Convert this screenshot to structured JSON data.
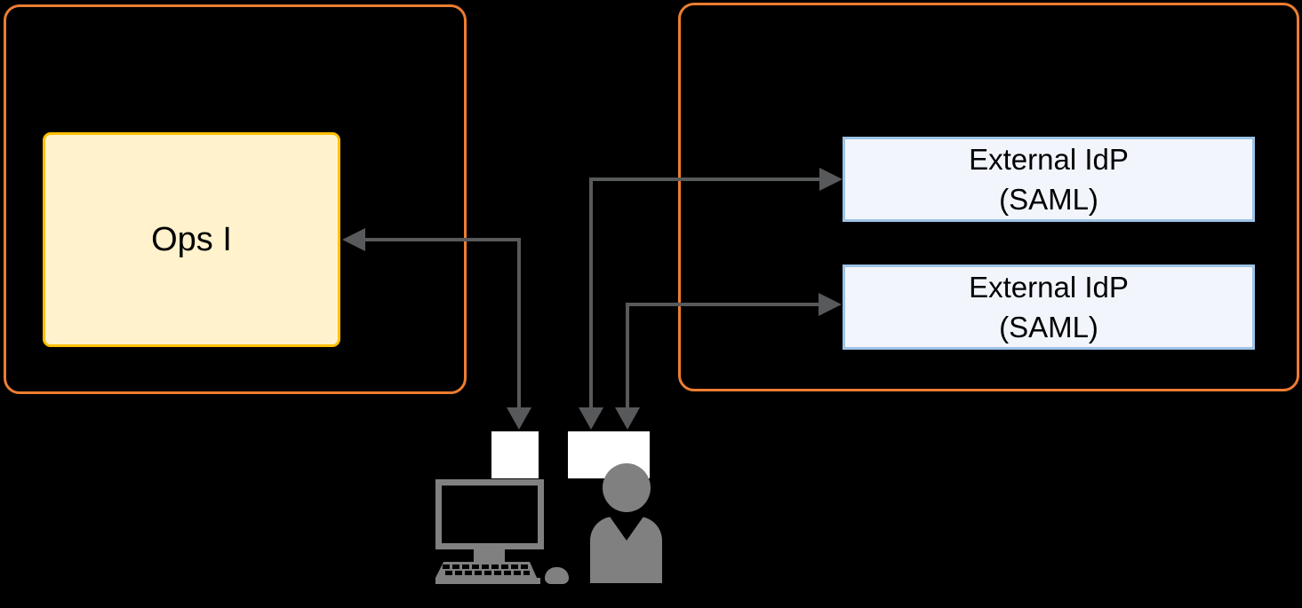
{
  "canvas": {
    "background": "#000000"
  },
  "groups": {
    "left": {
      "border_color": "#ED7D31"
    },
    "right": {
      "border_color": "#ED7D31"
    }
  },
  "nodes": {
    "ops": {
      "label": "Ops I",
      "fill": "#FFF2CC",
      "border_color": "#FFC000",
      "text_color": "#000000"
    },
    "idp1": {
      "line1": "External IdP",
      "line2": "(SAML)",
      "fill": "#F2F6FC",
      "border_color": "#9DC3E6"
    },
    "idp2": {
      "line1": "External IdP",
      "line2": "(SAML)",
      "fill": "#F2F6FC",
      "border_color": "#9DC3E6"
    }
  },
  "connectors": {
    "color": "#58595B"
  },
  "icons": {
    "color": "#808080"
  }
}
